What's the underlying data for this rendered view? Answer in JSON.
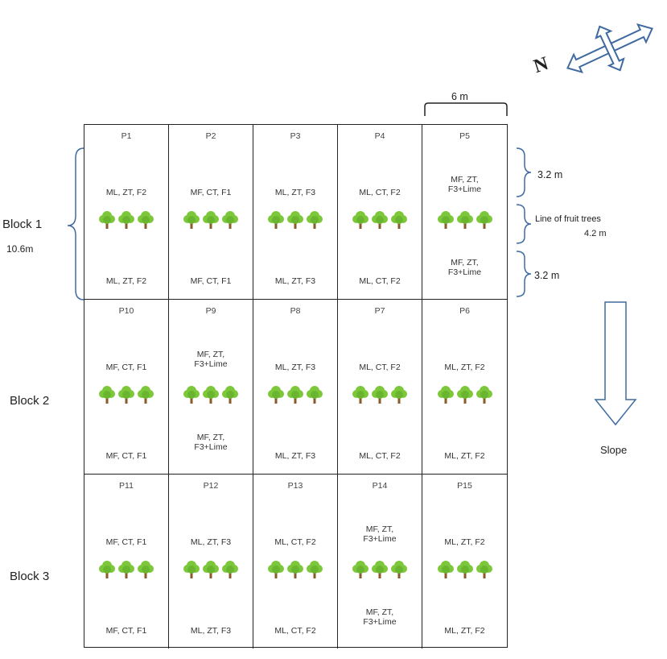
{
  "compass": {
    "label": "N"
  },
  "dimensions": {
    "plot_width": "6 m",
    "row_a": "3.2 m",
    "tree_line": "Line of fruit trees",
    "tree_line_width": "4.2 m",
    "row_b": "3.2 m",
    "block_length": "10.6m"
  },
  "blocks": [
    "Block 1",
    "Block 2",
    "Block 3"
  ],
  "slope": {
    "label": "Slope"
  },
  "plots": [
    {
      "id": "P1",
      "top": "ML, ZT, F2",
      "bottom": "ML, ZT, F2"
    },
    {
      "id": "P2",
      "top": "MF, CT, F1",
      "bottom": "MF, CT, F1"
    },
    {
      "id": "P3",
      "top": "ML, ZT, F3",
      "bottom": "ML, ZT, F3"
    },
    {
      "id": "P4",
      "top": "ML, CT, F2",
      "bottom": "ML, CT, F2"
    },
    {
      "id": "P5",
      "top": "MF, ZT,\nF3+Lime",
      "bottom": "MF, ZT,\nF3+Lime"
    },
    {
      "id": "P10",
      "top": "MF, CT, F1",
      "bottom": "MF, CT, F1"
    },
    {
      "id": "P9",
      "top": "MF, ZT,\nF3+Lime",
      "bottom": "MF, ZT,\nF3+Lime"
    },
    {
      "id": "P8",
      "top": "ML, ZT, F3",
      "bottom": "ML, ZT, F3"
    },
    {
      "id": "P7",
      "top": "ML, CT, F2",
      "bottom": "ML, CT, F2"
    },
    {
      "id": "P6",
      "top": "ML, ZT, F2",
      "bottom": "ML, ZT, F2"
    },
    {
      "id": "P11",
      "top": "MF, CT, F1",
      "bottom": "MF, CT, F1"
    },
    {
      "id": "P12",
      "top": "ML, ZT, F3",
      "bottom": "ML, ZT, F3"
    },
    {
      "id": "P13",
      "top": "ML, CT, F2",
      "bottom": "ML, CT, F2"
    },
    {
      "id": "P14",
      "top": "MF, ZT,\nF3+Lime",
      "bottom": "MF, ZT,\nF3+Lime"
    },
    {
      "id": "P15",
      "top": "ML, ZT, F2",
      "bottom": "ML, ZT, F2"
    }
  ],
  "colors": {
    "tree_canopy": "#7cc83a",
    "tree_trunk": "#8a5a2b",
    "arrow": "#3f6aa0",
    "line": "#222222"
  }
}
